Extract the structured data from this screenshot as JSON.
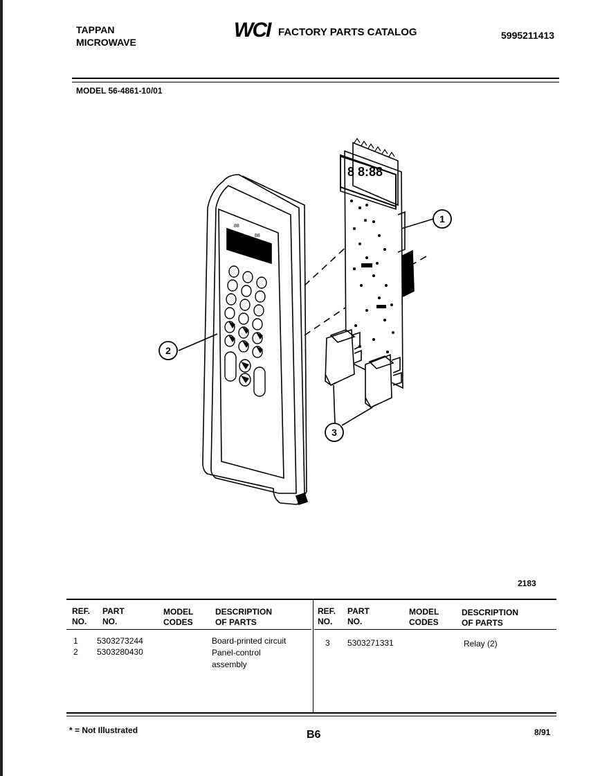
{
  "header": {
    "brand_line1": "TAPPAN",
    "brand_line2": "MICROWAVE",
    "logo_text": "WCI",
    "catalog_title": "FACTORY PARTS CATALOG",
    "catalog_number": "5995211413"
  },
  "model_line": "MODEL 56-4861-10/01",
  "diagram": {
    "figure_number": "2183",
    "callouts": [
      "1",
      "2",
      "3"
    ]
  },
  "table": {
    "left_headers": {
      "ref": [
        "REF.",
        "NO."
      ],
      "part": [
        "PART",
        "NO."
      ],
      "model": [
        "MODEL",
        "CODES"
      ],
      "desc": [
        "DESCRIPTION",
        "OF PARTS"
      ]
    },
    "right_headers": {
      "ref": [
        "REF.",
        "NO."
      ],
      "part": [
        "PART",
        "NO."
      ],
      "model": [
        "MODEL",
        "CODES"
      ],
      "desc": [
        "DESCRIPTION",
        "OF PARTS"
      ]
    },
    "left_rows": [
      {
        "ref": "1",
        "part": "5303273244",
        "desc_lines": [
          "Board-printed circuit"
        ]
      },
      {
        "ref": "2",
        "part": "5303280430",
        "desc_lines": [
          "Panel-control",
          "assembly"
        ]
      }
    ],
    "right_rows": [
      {
        "ref": "3",
        "part": "5303271331",
        "desc_lines": [
          "Relay (2)"
        ]
      }
    ]
  },
  "footer": {
    "note": "* = Not Illustrated",
    "page": "B6",
    "date": "8/91"
  }
}
